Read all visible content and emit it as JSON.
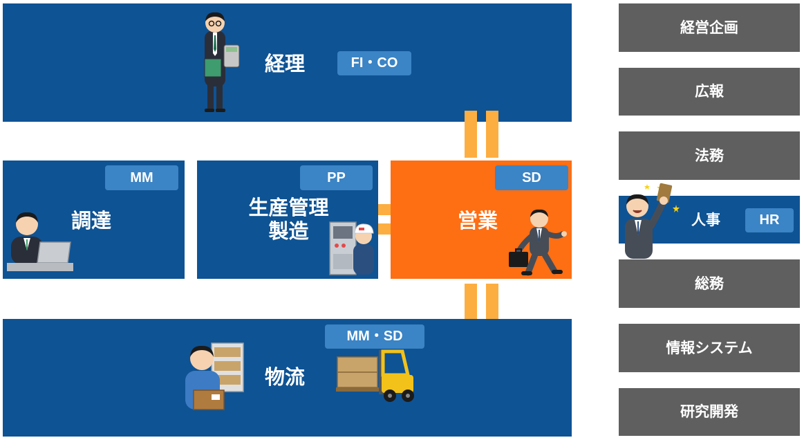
{
  "departments": {
    "accounting": {
      "label": "経理",
      "tag": "FI・CO"
    },
    "procurement": {
      "label": "調達",
      "tag": "MM"
    },
    "production": {
      "label_line1": "生産管理",
      "label_line2": "製造",
      "tag": "PP"
    },
    "sales": {
      "label": "営業",
      "tag": "SD"
    },
    "logistics": {
      "label": "物流",
      "tag": "MM・SD"
    }
  },
  "sidebar": {
    "items": [
      {
        "label": "経営企画"
      },
      {
        "label": "広報"
      },
      {
        "label": "法務"
      },
      {
        "label": "人事",
        "tag": "HR"
      },
      {
        "label": "総務"
      },
      {
        "label": "情報システム"
      },
      {
        "label": "研究開発"
      }
    ]
  },
  "colors": {
    "block_blue": "#0e5394",
    "tag_blue": "#3b84c5",
    "sales_orange": "#fe6e13",
    "connector": "#fdae40",
    "sidebar_gray": "#5f5f5f"
  }
}
